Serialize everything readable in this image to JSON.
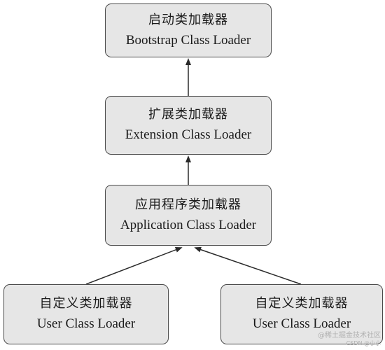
{
  "boxes": {
    "bootstrap": {
      "zh": "启动类加载器",
      "en": "Bootstrap Class Loader"
    },
    "extension": {
      "zh": "扩展类加载器",
      "en": "Extension Class Loader"
    },
    "application": {
      "zh": "应用程序类加载器",
      "en": "Application Class Loader"
    },
    "user_left": {
      "zh": "自定义类加载器",
      "en": "User Class Loader"
    },
    "user_right": {
      "zh": "自定义类加载器",
      "en": "User Class Loader"
    }
  },
  "watermark": {
    "line1": "@稀土掘金技术社区",
    "line2": "CSDN @小小"
  },
  "colors": {
    "box_fill": "#e6e6e6",
    "box_border": "#4a4a4a",
    "arrow": "#2a2a2a",
    "text": "#1a1a1a"
  }
}
